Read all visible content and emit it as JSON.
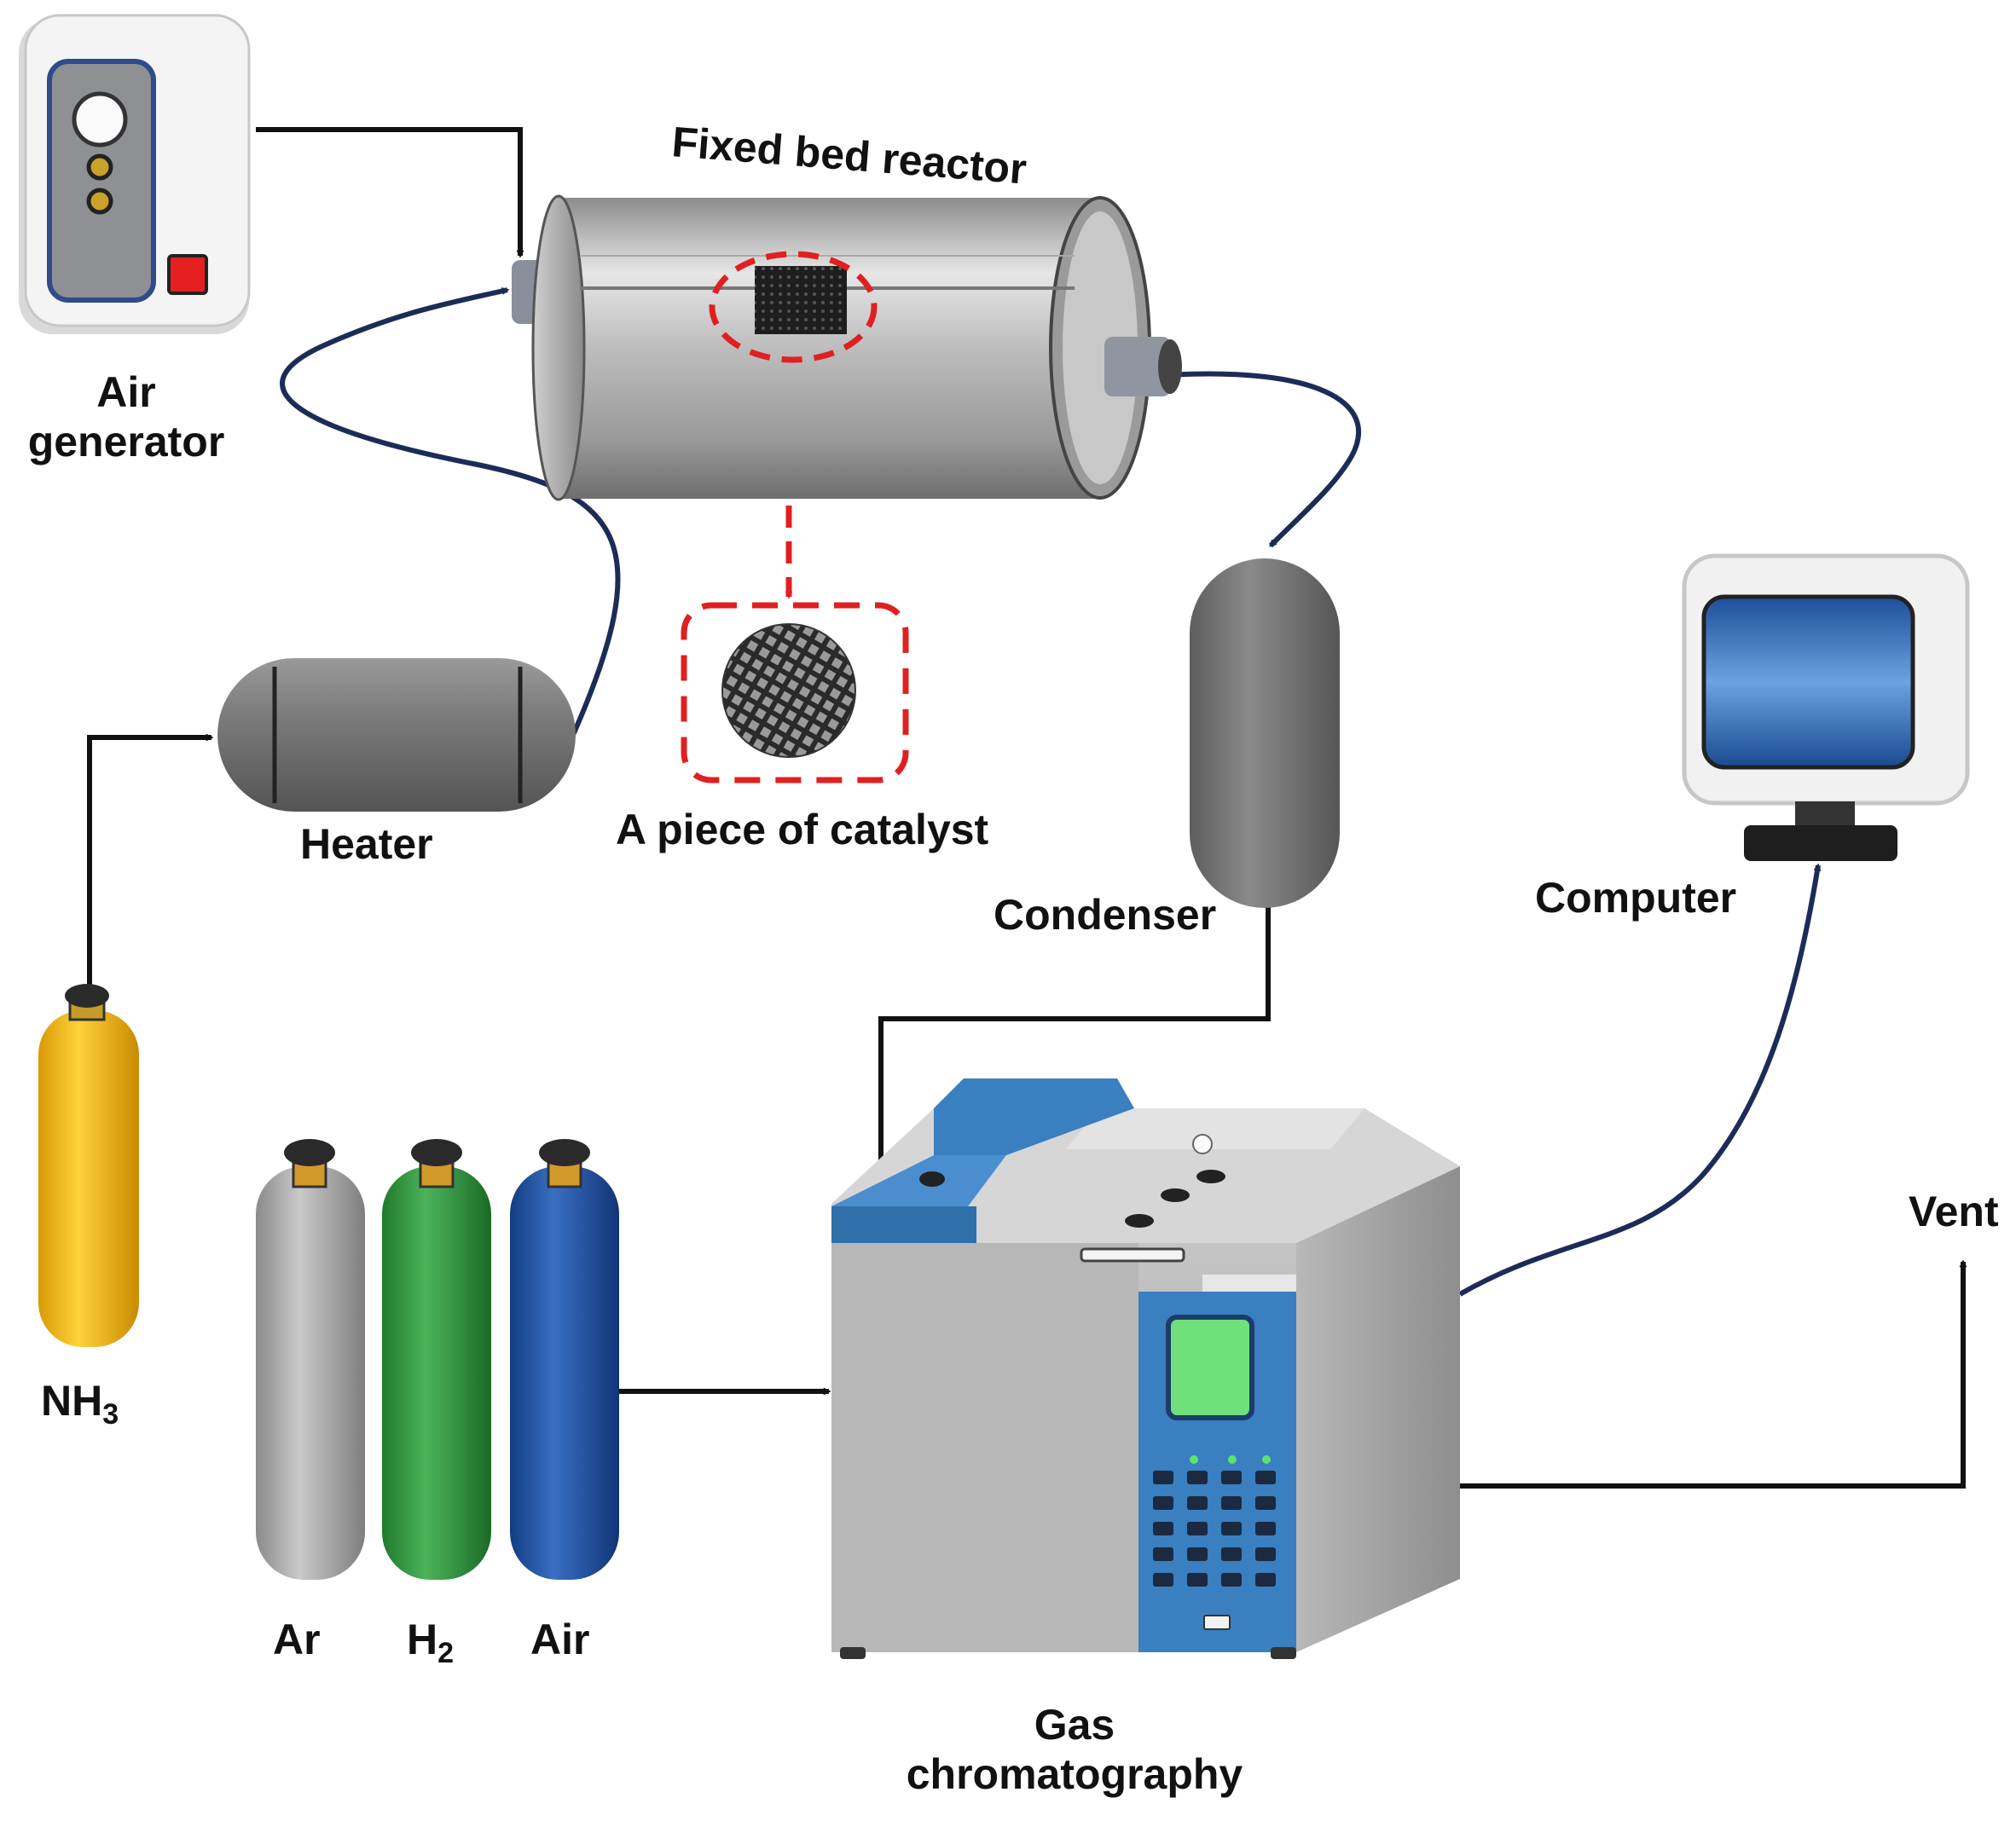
{
  "labels": {
    "air_generator_line1": "Air",
    "air_generator_line2": "generator",
    "reactor": "Fixed bed reactor",
    "heater": "Heater",
    "catalyst": "A piece of catalyst",
    "condenser": "Condenser",
    "computer": "Computer",
    "nh3_main": "NH",
    "nh3_sub": "3",
    "ar": "Ar",
    "h2_main": "H",
    "h2_sub": "2",
    "air_cylinder": "Air",
    "vent": "Vent",
    "gc_line1": "Gas",
    "gc_line2": "chromatography"
  },
  "colors": {
    "flow_black": "#111111",
    "flow_navy": "#1b2c57",
    "highlight_red": "#e02020",
    "nh3_cylinder": "#f2b90f",
    "ar_cylinder": "#a8a8a8",
    "h2_cylinder": "#2f9a3c",
    "air_cylinder": "#1f55a8",
    "gc_blue": "#3a7fc0",
    "gc_screen": "#6fe07a",
    "monitor_screen": "#3f7fc8",
    "metal_gray": "#7a7a7a"
  },
  "icons": {
    "air_generator": "air-generator-icon",
    "reactor": "fixed-bed-reactor-icon",
    "heater": "heater-vessel-icon",
    "catalyst": "honeycomb-catalyst-icon",
    "condenser": "condenser-vessel-icon",
    "computer": "computer-monitor-icon",
    "gc": "gas-chromatograph-icon",
    "cylinder": "gas-cylinder-icon"
  }
}
